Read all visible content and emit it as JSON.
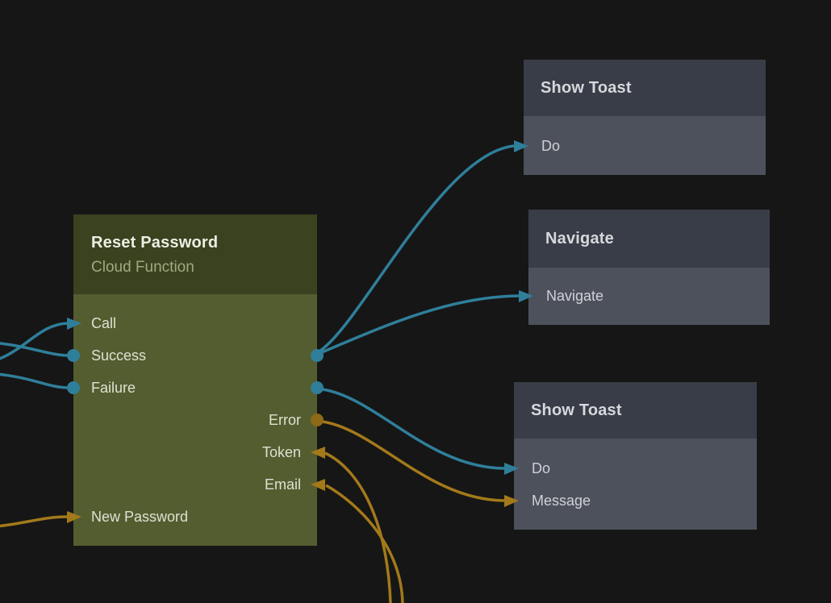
{
  "colors": {
    "background": "#161616",
    "exec_wire": "#2f7f9b",
    "data_wire": "#a3791a",
    "data_dot": "#8d6a15",
    "function_node_header": "#3a421f",
    "function_node_body": "#545d30",
    "action_node_header": "#393d47",
    "action_node_body": "#4d515b"
  },
  "nodes": {
    "reset_password": {
      "title": "Reset Password",
      "subtitle": "Cloud Function",
      "ports": {
        "call": "Call",
        "success": "Success",
        "failure": "Failure",
        "error": "Error",
        "token": "Token",
        "email": "Email",
        "new_password": "New Password"
      }
    },
    "show_toast_top": {
      "title": "Show Toast",
      "ports": {
        "do": "Do"
      }
    },
    "navigate": {
      "title": "Navigate",
      "ports": {
        "navigate": "Navigate"
      }
    },
    "show_toast_bottom": {
      "title": "Show Toast",
      "ports": {
        "do": "Do",
        "message": "Message"
      }
    }
  },
  "wires": [
    {
      "from": "offscreen-left",
      "to": "reset_password.call",
      "kind": "exec"
    },
    {
      "from": "offscreen-left",
      "to": "reset_password.success",
      "kind": "exec"
    },
    {
      "from": "offscreen-left",
      "to": "reset_password.failure",
      "kind": "exec"
    },
    {
      "from": "offscreen-left",
      "to": "reset_password.new_password",
      "kind": "data"
    },
    {
      "from": "reset_password.success",
      "to": "show_toast_top.do",
      "kind": "exec"
    },
    {
      "from": "reset_password.success",
      "to": "navigate.navigate",
      "kind": "exec"
    },
    {
      "from": "reset_password.failure",
      "to": "show_toast_bottom.do",
      "kind": "exec"
    },
    {
      "from": "reset_password.error",
      "to": "show_toast_bottom.message",
      "kind": "data"
    },
    {
      "from": "offscreen-bottom",
      "to": "reset_password.token",
      "kind": "data"
    },
    {
      "from": "offscreen-bottom",
      "to": "reset_password.email",
      "kind": "data"
    }
  ]
}
